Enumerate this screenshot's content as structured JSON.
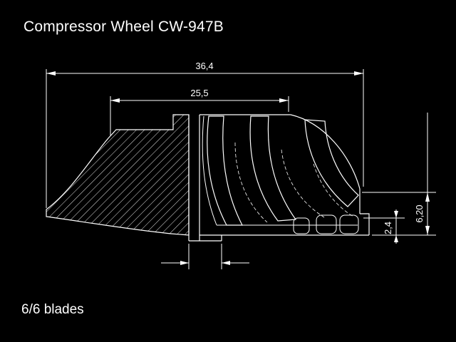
{
  "colors": {
    "background": "#000000",
    "line": "#ffffff",
    "text": "#ffffff"
  },
  "title": "Compressor Wheel CW-947B",
  "footer": "6/6 blades",
  "drawing": {
    "part_name": "compressor-wheel-cross-section",
    "dimensions": {
      "total_width": "36,4",
      "upper_width": "25,5",
      "outlet_height": "6,20",
      "tip_height": "2,4"
    }
  }
}
